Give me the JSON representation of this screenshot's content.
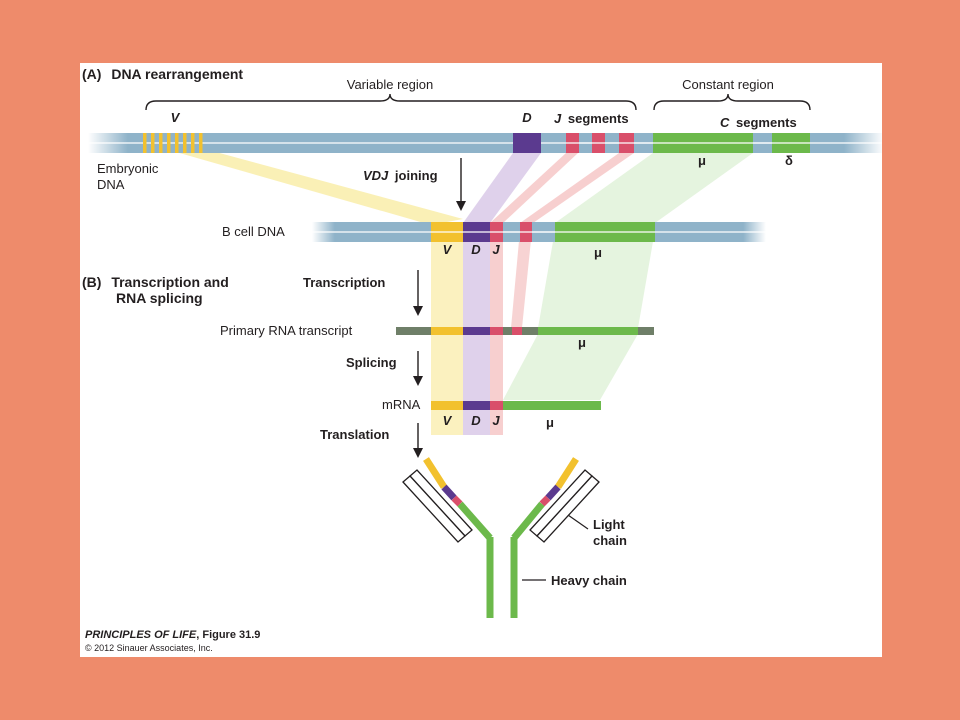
{
  "panel_a": {
    "prefix": "(A)",
    "title": "DNA rearrangement",
    "variable_region": "Variable region",
    "constant_region": "Constant region",
    "v": "V",
    "d": "D",
    "j_segments_letter": "J",
    "j_segments_word": "segments",
    "c_segments_letter": "C",
    "c_segments_word": "segments",
    "embryonic_dna_line1": "Embryonic",
    "embryonic_dna_line2": "DNA",
    "mu": "μ",
    "delta": "δ",
    "vdj_letters": "VDJ",
    "vdj_word": "joining",
    "b_cell_dna": "B cell DNA"
  },
  "panel_b": {
    "prefix": "(B)",
    "title_line1": "Transcription and",
    "title_line2": "RNA splicing",
    "transcription": "Transcription",
    "primary_rna": "Primary RNA transcript",
    "splicing": "Splicing",
    "mrna": "mRNA",
    "translation": "Translation",
    "light_chain_line1": "Light",
    "light_chain_line2": "chain",
    "heavy_chain": "Heavy chain"
  },
  "gene_labels": {
    "v": "V",
    "d": "D",
    "j": "J",
    "mu": "μ"
  },
  "credit": {
    "book": "PRINCIPLES OF LIFE",
    "figure": ", Figure 31.9",
    "copyright": "© 2012 Sinauer Associates, Inc."
  },
  "colors": {
    "background": "#ee8b6b",
    "dna": "#8fb3c9",
    "v_segment": "#f2c12e",
    "d_segment": "#5b3a8f",
    "j_segment": "#d94f6a",
    "constant": "#6cb94b",
    "intron_rna": "#6f7f68"
  }
}
